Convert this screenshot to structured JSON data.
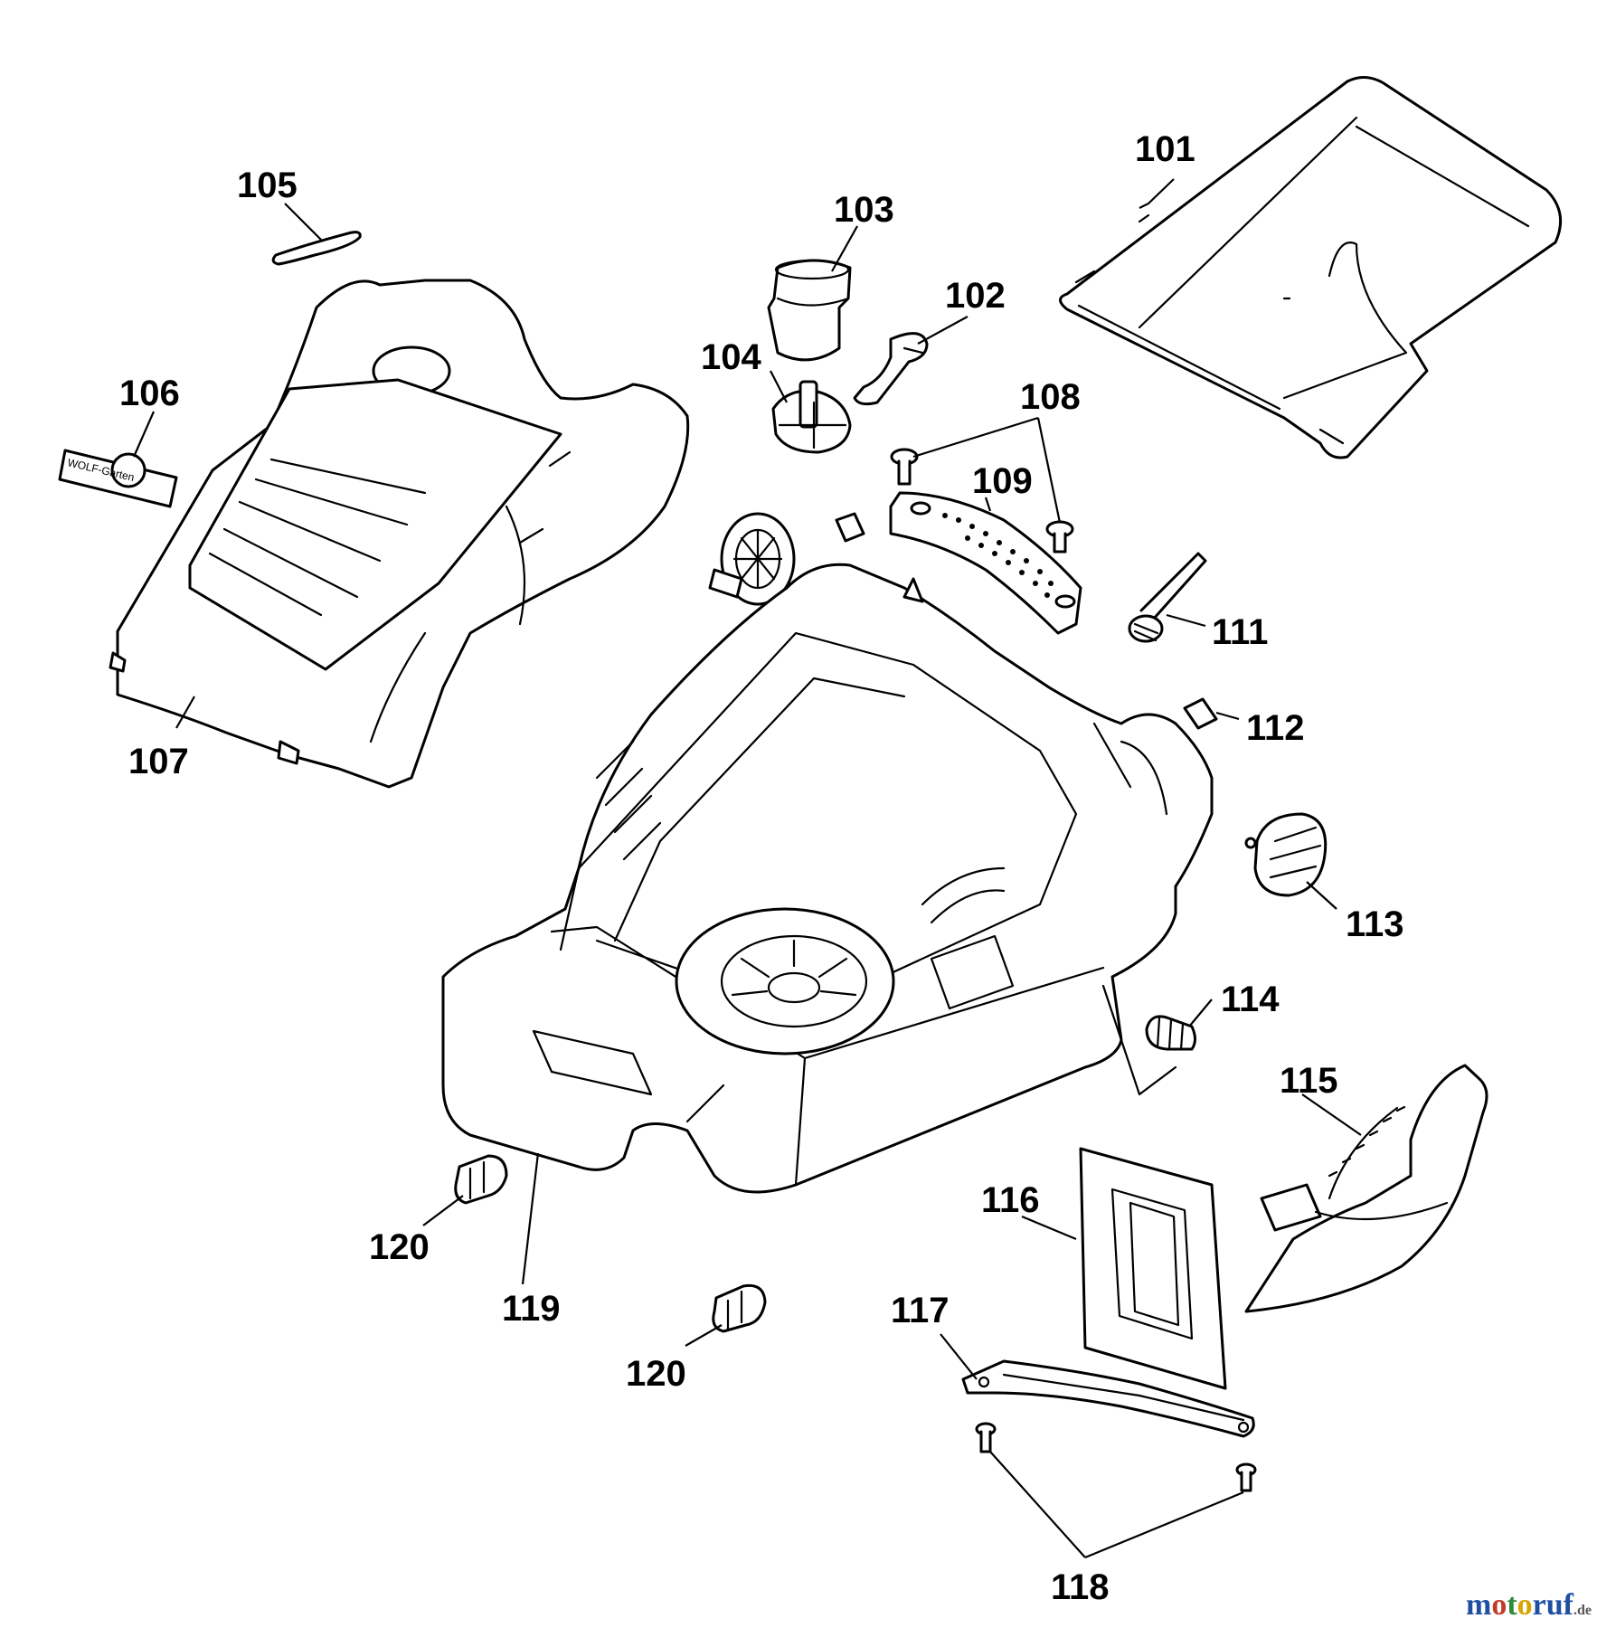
{
  "diagram": {
    "callouts": [
      "101",
      "102",
      "103",
      "104",
      "105",
      "106",
      "107",
      "108",
      "109",
      "111",
      "112",
      "113",
      "114",
      "115",
      "116",
      "117",
      "118",
      "119",
      "120",
      "120"
    ],
    "logo_text": "WOLF-Garten"
  },
  "watermark": {
    "parts": [
      "m",
      "o",
      "t",
      "o",
      "ruf"
    ],
    "suffix": ".de"
  }
}
